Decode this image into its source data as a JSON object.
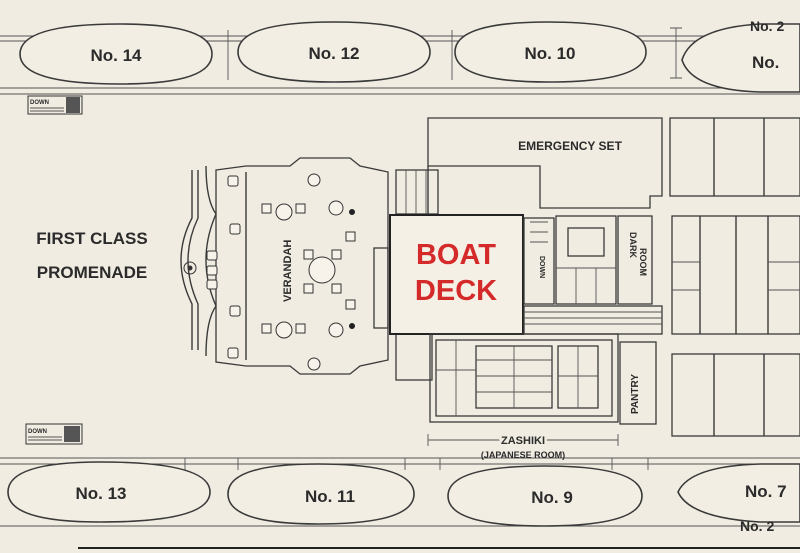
{
  "lifeboats_top": [
    "No. 14",
    "No. 12",
    "No. 10",
    "No. 2",
    "No."
  ],
  "lifeboats_bottom": [
    "No. 13",
    "No. 11",
    "No. 9",
    "No. 7",
    "No. 2"
  ],
  "labels": {
    "first_class_line1": "FIRST CLASS",
    "first_class_line2": "PROMENADE",
    "boat_deck_line1": "BOAT",
    "boat_deck_line2": "DECK",
    "verandah": "VERANDAH",
    "emergency_set": "EMERGENCY SET",
    "dark_room_line1": "DARK",
    "dark_room_line2": "ROOM",
    "pantry": "PANTRY",
    "down": "DOWN",
    "zashiki": "ZASHIKI",
    "japanese_room": "(JAPANESE ROOM)"
  },
  "colors": {
    "paper": "#f1ece2",
    "ink": "#2b2b2b",
    "accent_red": "#d42a2a"
  }
}
